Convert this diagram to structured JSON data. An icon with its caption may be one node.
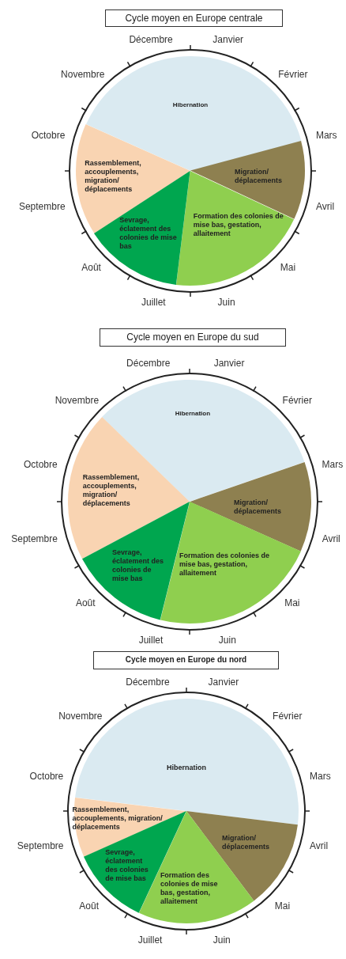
{
  "diagram": {
    "nodes": [
      {
        "text": [
          "Cycle moyen en Europe centrale"
        ]
      },
      {
        "text": [
          "Hibernation"
        ]
      },
      {
        "text": [
          "Rassemblement, accouplements, migration/ déplacements"
        ]
      },
      {
        "text": [
          "Migration/ déplacements"
        ]
      },
      {
        "text": [
          "Formation des colonies de mise bas, gestation, allaitement"
        ]
      },
      {
        "text": [
          "Sevrage, éclatement des colonies de mise bas"
        ]
      },
      {
        "text": [
          "Cycle moyen en Europe du sud"
        ]
      },
      {
        "text": [
          "Hibernation"
        ]
      },
      {
        "text": [
          "Rassemblement, accouplements, migration/ déplacements"
        ]
      },
      {
        "text": [
          "Migration/ déplacements"
        ]
      },
      {
        "text": [
          "Formation des colonies de mise bas, gestation, allaitement"
        ]
      },
      {
        "text": [
          "Sevrage, éclatement des colonies de mise bas"
        ]
      },
      {
        "text": [
          "Cycle moyen en Europe du nord"
        ]
      },
      {
        "text": [
          "Hibernation"
        ]
      },
      {
        "text": [
          "Rassemblement, accouplements, migration/ déplacements"
        ]
      },
      {
        "text": [
          "Migration/ déplacements"
        ]
      },
      {
        "text": [
          "Formation des colonies de mise bas, gestation, allaitement"
        ]
      },
      {
        "text": [
          "Sevrage, éclatement des colonies de mise bas"
        ]
      }
    ],
    "labels": [
      "Décembre",
      "Janvier",
      "Novembre",
      "Février",
      "Octobre",
      "Mars",
      "Septembre",
      "Avril",
      "Août",
      "Mai",
      "Juillet",
      "Juin",
      "Décembre",
      "Janvier",
      "Novembre",
      "Février",
      "Octobre",
      "Mars",
      "Septembre",
      "Avril",
      "Août",
      "Mai",
      "Juillet",
      "Juin",
      "Décembre",
      "Janvier",
      "Novembre",
      "Février",
      "Octobre",
      "Mars",
      "Septembre",
      "Avril",
      "Août",
      "Mai",
      "Juillet",
      "Juin"
    ]
  }
}
